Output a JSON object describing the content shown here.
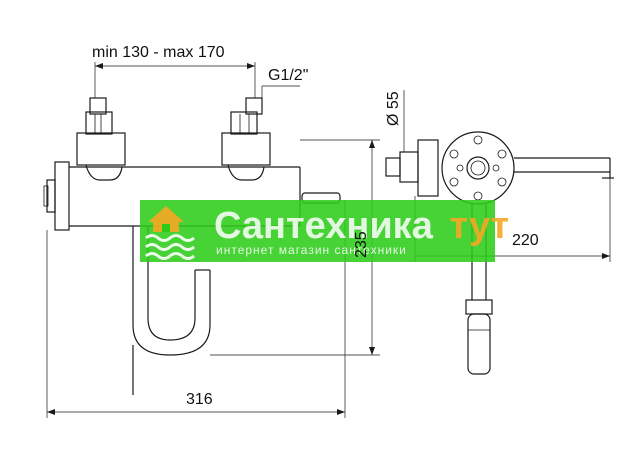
{
  "labels": {
    "spacing": "min 130 - max 170",
    "thread": "G1/2\"",
    "diameter": "Ø 55",
    "height": "235",
    "width": "316",
    "spout": "220"
  },
  "watermark": {
    "title_main": "Сантехника",
    "title_accent": "тут",
    "subtitle": "интернет магазин сантехники",
    "color": "#2ecc1a"
  }
}
